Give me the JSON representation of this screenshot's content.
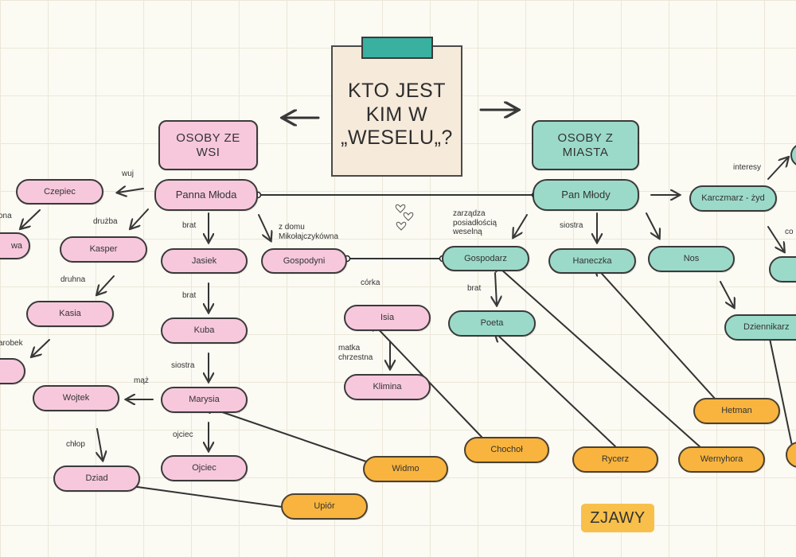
{
  "title": "KTO JEST\nKIM W\n„WESELU„?",
  "categories": {
    "village": "OSOBY ZE\nWSI",
    "city": "OSOBY Z\nMIASTA",
    "ghosts": "ZJAWY"
  },
  "colors": {
    "village": "#f7c8dc",
    "city": "#9bdac8",
    "ghosts": "#f8b43e",
    "tape": "#39b0a0",
    "card": "#f6eadb"
  },
  "nodes": [
    {
      "id": "panna_mloda",
      "label": "Panna Młoda",
      "group": "village"
    },
    {
      "id": "czepiec",
      "label": "Czepiec",
      "group": "village"
    },
    {
      "id": "edge_left_a",
      "label": "wa",
      "group": "village"
    },
    {
      "id": "kasper",
      "label": "Kasper",
      "group": "village"
    },
    {
      "id": "kasia",
      "label": "Kasia",
      "group": "village"
    },
    {
      "id": "edge_left_b",
      "label": "",
      "group": "village"
    },
    {
      "id": "jasiek",
      "label": "Jasiek",
      "group": "village"
    },
    {
      "id": "kuba",
      "label": "Kuba",
      "group": "village"
    },
    {
      "id": "marysia",
      "label": "Marysia",
      "group": "village"
    },
    {
      "id": "ojciec",
      "label": "Ojciec",
      "group": "village"
    },
    {
      "id": "wojtek",
      "label": "Wojtek",
      "group": "village"
    },
    {
      "id": "dziad",
      "label": "Dziad",
      "group": "village"
    },
    {
      "id": "gospodyni",
      "label": "Gospodyni",
      "group": "village"
    },
    {
      "id": "isia",
      "label": "Isia",
      "group": "village"
    },
    {
      "id": "klimina",
      "label": "Klimina",
      "group": "village"
    },
    {
      "id": "pan_mlody",
      "label": "Pan Młody",
      "group": "city"
    },
    {
      "id": "gospodarz",
      "label": "Gospodarz",
      "group": "city"
    },
    {
      "id": "poeta",
      "label": "Poeta",
      "group": "city"
    },
    {
      "id": "haneczka",
      "label": "Haneczka",
      "group": "city"
    },
    {
      "id": "nos",
      "label": "Nos",
      "group": "city"
    },
    {
      "id": "karczmarz",
      "label": "Karczmarz - żyd",
      "group": "city"
    },
    {
      "id": "dziennikarz",
      "label": "Dziennikarz",
      "group": "city"
    },
    {
      "id": "edge_right_a",
      "label": "",
      "group": "city"
    },
    {
      "id": "edge_right_b",
      "label": "",
      "group": "city"
    },
    {
      "id": "widmo",
      "label": "Widmo",
      "group": "ghosts"
    },
    {
      "id": "upior",
      "label": "Upiór",
      "group": "ghosts"
    },
    {
      "id": "chochol",
      "label": "Chochoł",
      "group": "ghosts"
    },
    {
      "id": "rycerz",
      "label": "Rycerz",
      "group": "ghosts"
    },
    {
      "id": "wernyhora",
      "label": "Wernyhora",
      "group": "ghosts"
    },
    {
      "id": "hetman",
      "label": "Hetman",
      "group": "ghosts"
    },
    {
      "id": "edge_right_c",
      "label": "",
      "group": "ghosts"
    }
  ],
  "relation_labels": [
    {
      "id": "wuj",
      "text": "wuj"
    },
    {
      "id": "ona",
      "text": "ona"
    },
    {
      "id": "druzba",
      "text": "drużba"
    },
    {
      "id": "druhna",
      "text": "druhna"
    },
    {
      "id": "parobek",
      "text": "arobek"
    },
    {
      "id": "brat1",
      "text": "brat"
    },
    {
      "id": "brat2",
      "text": "brat"
    },
    {
      "id": "siostra1",
      "text": "siostra"
    },
    {
      "id": "maz",
      "text": "mąż"
    },
    {
      "id": "ojciec_lbl",
      "text": "ojciec"
    },
    {
      "id": "chlop",
      "text": "chłop"
    },
    {
      "id": "z_domu",
      "text": "z domu\nMikołajczykówna"
    },
    {
      "id": "corka",
      "text": "córka"
    },
    {
      "id": "matka",
      "text": "matka\nchrzestna"
    },
    {
      "id": "zarzadza",
      "text": "zarządza\nposiadłością\nweselną"
    },
    {
      "id": "brat3",
      "text": "brat"
    },
    {
      "id": "siostra2",
      "text": "siostra"
    },
    {
      "id": "interesy",
      "text": "interesy"
    },
    {
      "id": "co",
      "text": "co"
    }
  ]
}
